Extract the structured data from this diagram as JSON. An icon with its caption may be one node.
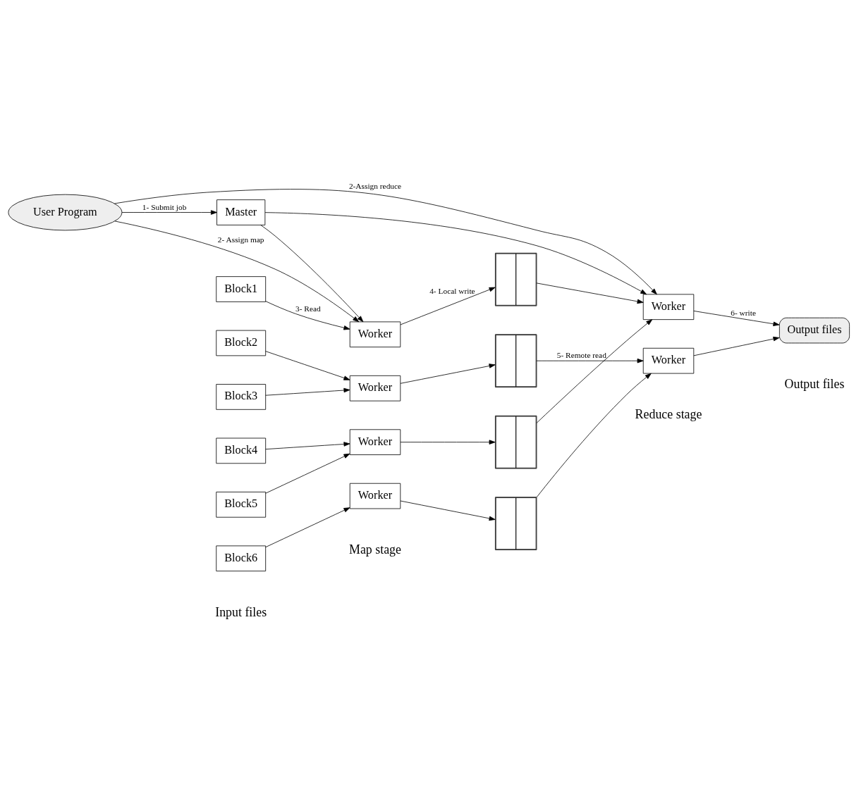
{
  "diagram": {
    "nodes": [
      {
        "text": [
          "User Program"
        ]
      },
      {
        "text": [
          "Master"
        ]
      },
      {
        "text": [
          "Block1"
        ]
      },
      {
        "text": [
          "Block2"
        ]
      },
      {
        "text": [
          "Block3"
        ]
      },
      {
        "text": [
          "Block4"
        ]
      },
      {
        "text": [
          "Block5"
        ]
      },
      {
        "text": [
          "Block6"
        ]
      },
      {
        "text": [
          "Worker"
        ]
      },
      {
        "text": [
          "Worker"
        ]
      },
      {
        "text": [
          "Worker"
        ]
      },
      {
        "text": [
          "Worker"
        ]
      },
      {
        "text": [],
        "shape": "box"
      },
      {
        "text": [],
        "shape": "box"
      },
      {
        "text": [],
        "shape": "box"
      },
      {
        "text": [],
        "shape": "box"
      },
      {
        "text": [
          "Worker"
        ]
      },
      {
        "text": [
          "Worker"
        ]
      },
      {
        "text": [
          "Output files"
        ]
      }
    ],
    "edges": [
      {
        "from": 0,
        "to": 1,
        "arrow": "to",
        "label": "1- Submit job"
      },
      {
        "from": 0,
        "to": 8,
        "arrow": "to",
        "label": "2- Assign map"
      },
      {
        "from": 0,
        "to": 16,
        "arrow": "to",
        "label": "2-Assign reduce"
      },
      {
        "from": 1,
        "to": 8,
        "arrow": "to"
      },
      {
        "from": 1,
        "to": 16,
        "arrow": "to"
      },
      {
        "from": 2,
        "to": 8,
        "arrow": "to",
        "label": "3- Read"
      },
      {
        "from": 3,
        "to": 9,
        "arrow": "to"
      },
      {
        "from": 4,
        "to": 9,
        "arrow": "to"
      },
      {
        "from": 5,
        "to": 10,
        "arrow": "to"
      },
      {
        "from": 6,
        "to": 10,
        "arrow": "to"
      },
      {
        "from": 7,
        "to": 11,
        "arrow": "to"
      },
      {
        "from": 8,
        "to": 12,
        "arrow": "to",
        "label": "4- Local write"
      },
      {
        "from": 9,
        "to": 13,
        "arrow": "to"
      },
      {
        "from": 10,
        "to": 14,
        "arrow": "to"
      },
      {
        "from": 11,
        "to": 15,
        "arrow": "to"
      },
      {
        "from": 12,
        "to": 16,
        "arrow": "to"
      },
      {
        "from": 13,
        "to": 17,
        "arrow": "to"
      },
      {
        "from": 14,
        "to": 16,
        "arrow": "to",
        "label": "5- Remote read"
      },
      {
        "from": 15,
        "to": 17,
        "arrow": "to"
      },
      {
        "from": 16,
        "to": 18,
        "arrow": "to",
        "label": "6- write"
      },
      {
        "from": 17,
        "to": 18,
        "arrow": "to"
      }
    ],
    "labels": [
      "Input files",
      "Map stage",
      "Reduce stage",
      "Output files"
    ]
  }
}
